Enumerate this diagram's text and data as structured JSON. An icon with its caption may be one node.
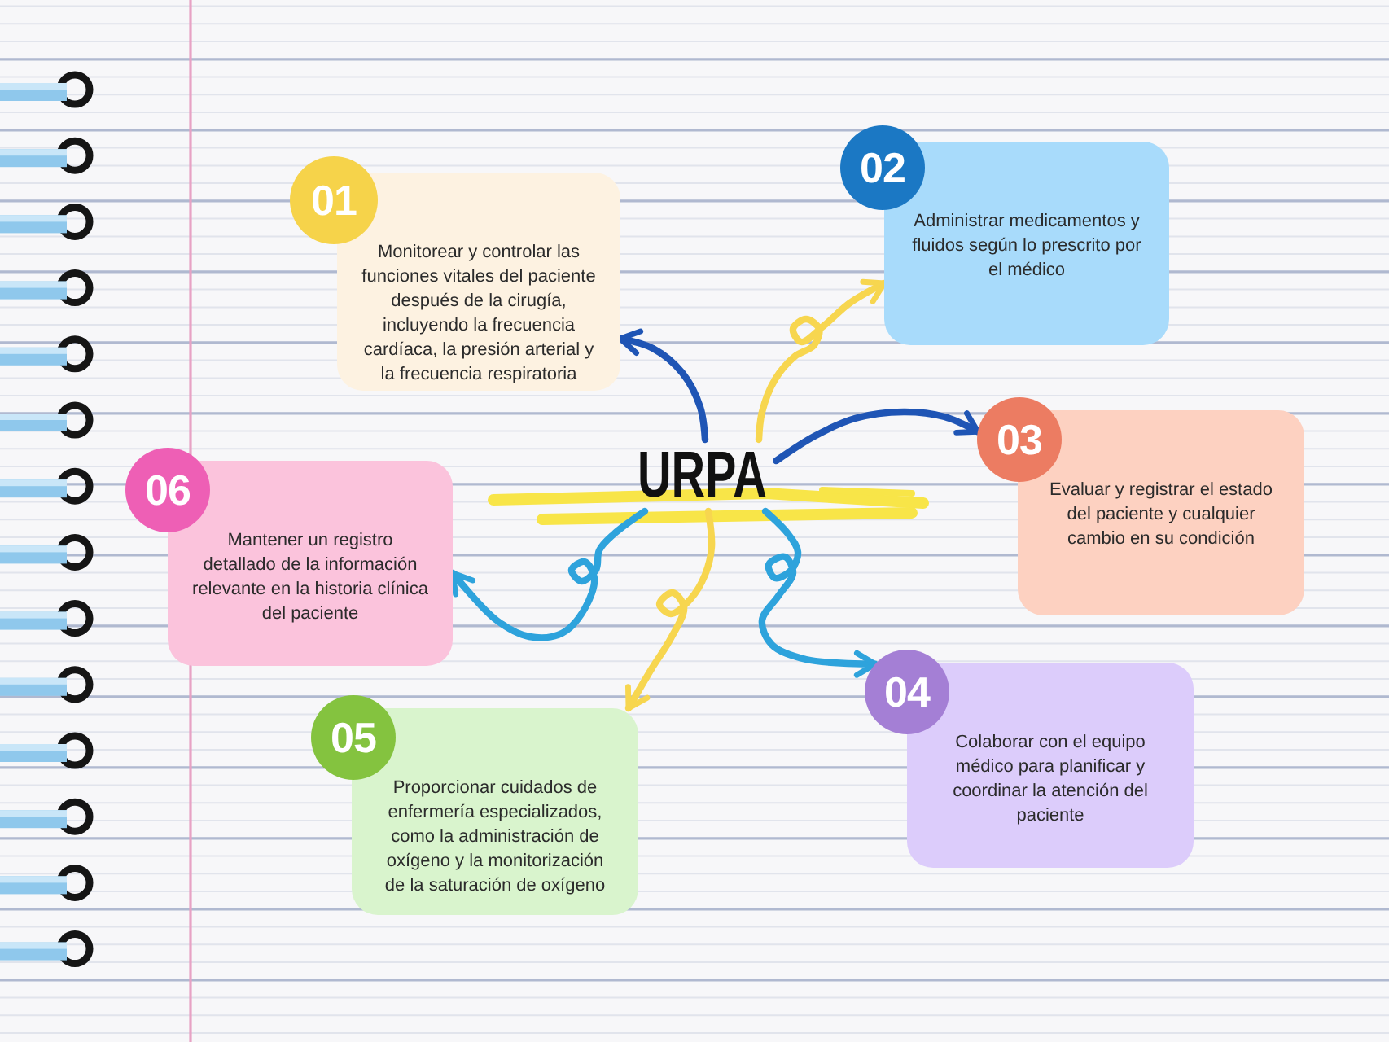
{
  "diagram": {
    "nodes": [
      {
        "text": [
          "URPA"
        ]
      },
      {
        "text": [
          "01"
        ]
      },
      {
        "text": [
          "Monitorear y controlar las funciones vitales del paciente después de la cirugía, incluyendo la frecuencia cardíaca, la presión arterial y la frecuencia respiratoria"
        ]
      },
      {
        "text": [
          "02"
        ]
      },
      {
        "text": [
          "Administrar medicamentos y fluidos según lo prescrito por el médico"
        ]
      },
      {
        "text": [
          "03"
        ]
      },
      {
        "text": [
          "Evaluar y registrar el estado del paciente y cualquier cambio en su condición"
        ]
      },
      {
        "text": [
          "04"
        ]
      },
      {
        "text": [
          "Colaborar con el equipo médico para planificar y coordinar la atención del paciente"
        ]
      },
      {
        "text": [
          "05"
        ]
      },
      {
        "text": [
          "Proporcionar cuidados de enfermería especializados, como la administración de oxígeno y la monitorización de la saturación de oxígeno"
        ]
      },
      {
        "text": [
          "06"
        ]
      },
      {
        "text": [
          "Mantener un registro detallado de la información relevante en la historia clínica del paciente"
        ]
      }
    ],
    "edges": [
      {
        "from": 0,
        "to": 2,
        "arrow": "to",
        "color": "#1f55b5"
      },
      {
        "from": 0,
        "to": 4,
        "arrow": "to",
        "color": "#f7d64f"
      },
      {
        "from": 0,
        "to": 5,
        "arrow": "to",
        "color": "#1f55b5"
      },
      {
        "from": 0,
        "to": 7,
        "arrow": "to",
        "color": "#2ea3dc"
      },
      {
        "from": 0,
        "to": 10,
        "arrow": "to",
        "color": "#f7d64f"
      },
      {
        "from": 0,
        "to": 12,
        "arrow": "to",
        "color": "#2ea3dc"
      }
    ]
  }
}
